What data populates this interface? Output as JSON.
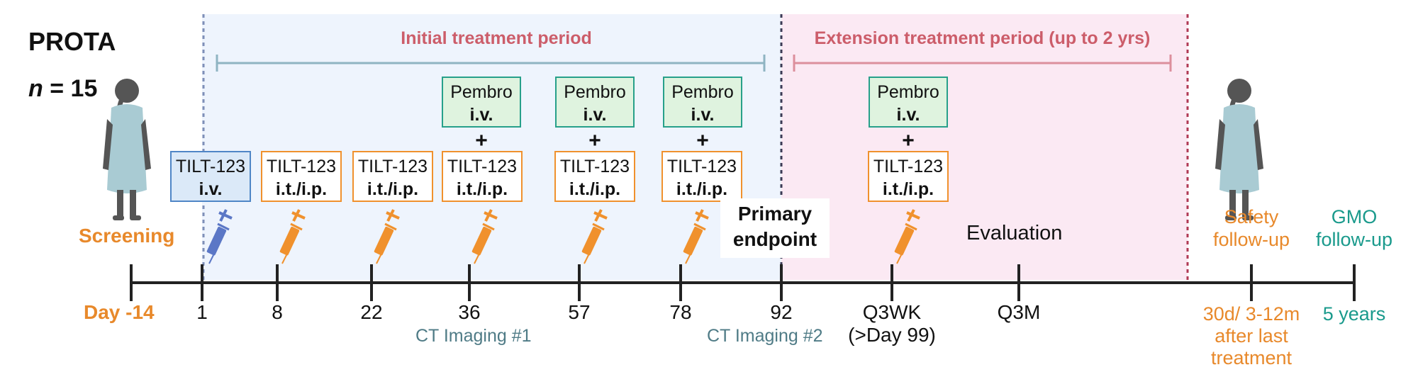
{
  "study": {
    "name": "PROTA",
    "n_label": "n",
    "n_value": "= 15"
  },
  "periods": {
    "initial": "Initial treatment period",
    "extension": "Extension treatment period (up to 2 yrs)"
  },
  "boxes": {
    "tilt_name": "TILT-123",
    "iv": "i.v.",
    "itip": "i.t./i.p.",
    "pembro_name": "Pembro",
    "plus": "+"
  },
  "labels": {
    "screening": "Screening",
    "primary_endpoint_1": "Primary",
    "primary_endpoint_2": "endpoint",
    "evaluation": "Evaluation",
    "safety_1": "Safety",
    "safety_2": "follow-up",
    "gmo_1": "GMO",
    "gmo_2": "follow-up",
    "ct1": "CT Imaging #1",
    "ct2": "CT Imaging #2",
    "safety_time_1": "30d/ 3-12m",
    "safety_time_2": "after last",
    "safety_time_3": "treatment",
    "gmo_time": "5 years"
  },
  "timeline": {
    "day_m14": "Day -14",
    "d1": "1",
    "d8": "8",
    "d22": "22",
    "d36": "36",
    "d57": "57",
    "d78": "78",
    "d92": "92",
    "q3wk": "Q3WK",
    "q3wk_sub": "(>Day 99)",
    "q3m": "Q3M"
  },
  "colors": {
    "initial_bg": "#eef4fd",
    "extension_bg": "#fbe9f3",
    "orange": "#e8892b",
    "teal": "#1a9a8c",
    "blue_syringe": "#5b77c6",
    "period_title": "#cc5d6a"
  }
}
